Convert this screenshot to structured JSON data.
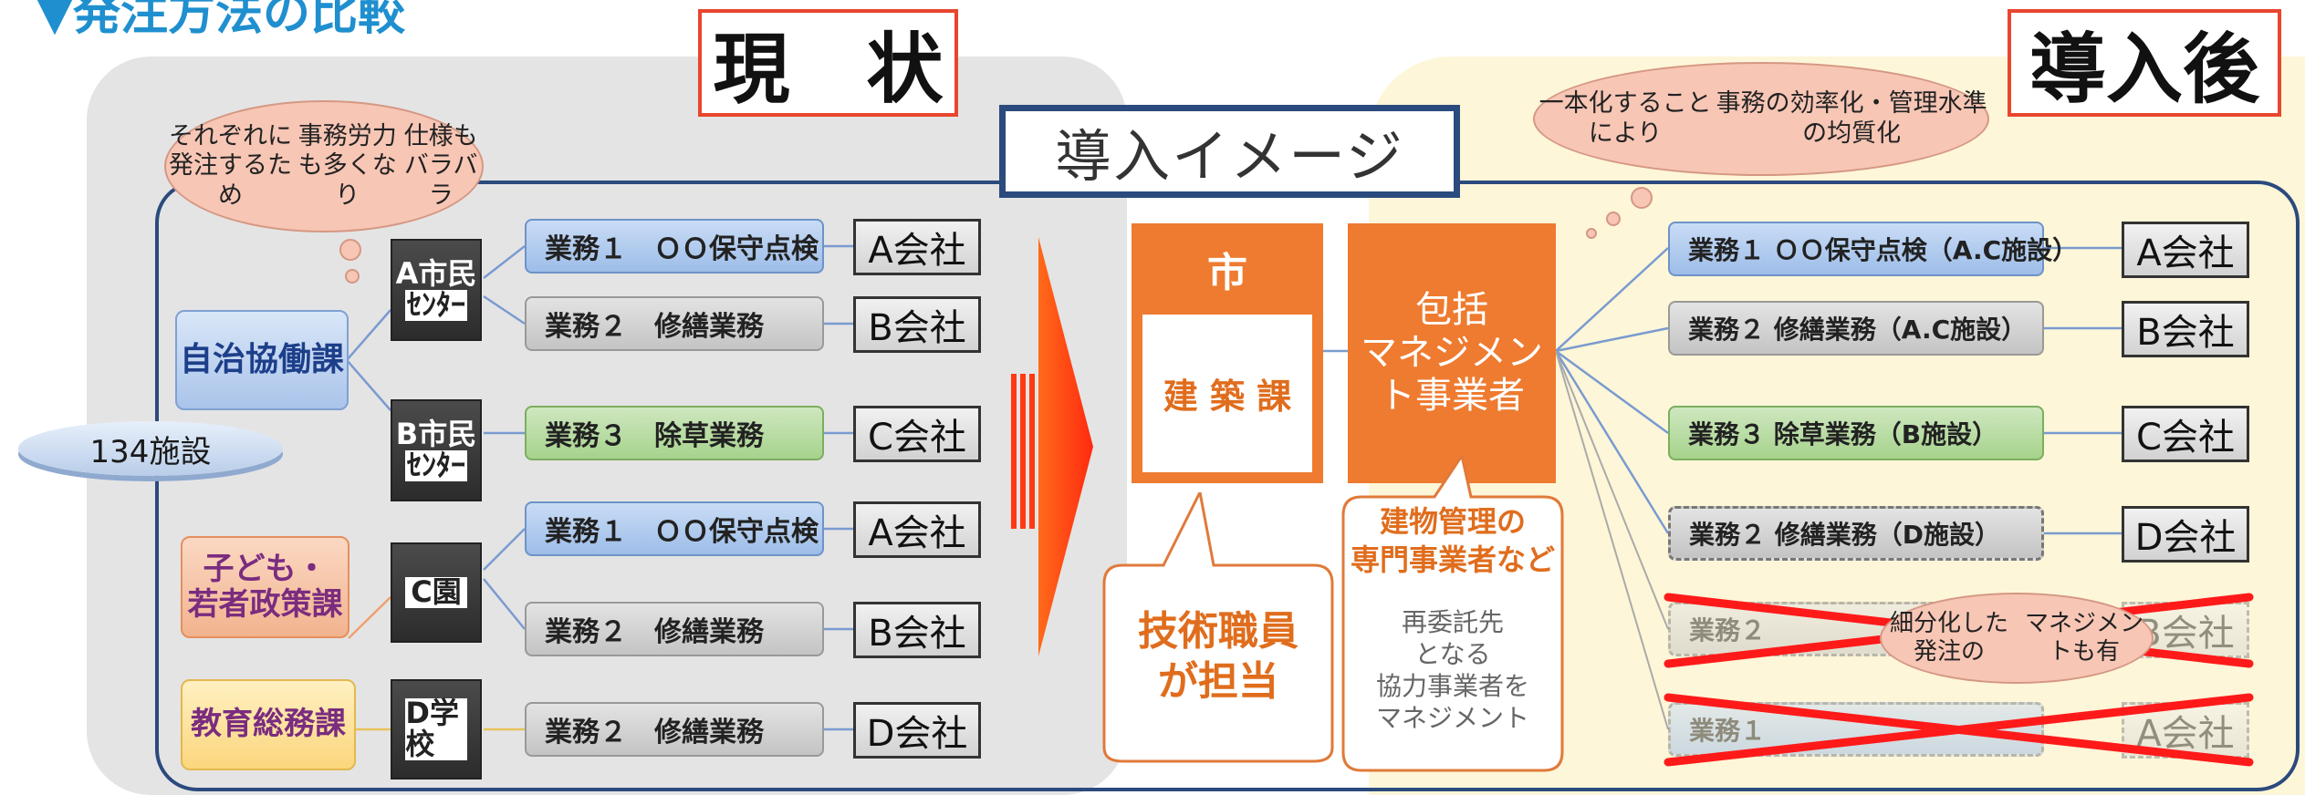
{
  "heading": "▼発注方法の比較",
  "label_current": "現　状",
  "label_after": "導入後",
  "title": "導入イメージ",
  "clouds": {
    "left": [
      "それぞれに発注するため",
      "事務労力も多くなり",
      "仕様もバラバラ"
    ],
    "right": [
      "一本化することにより",
      "事務の効率化・管理水準の均質化"
    ],
    "bottom_right": [
      "細分化した発注の",
      "マネジメントも有"
    ]
  },
  "facilities_count": "134施設",
  "current": {
    "departments": {
      "jichi": "自治協働課",
      "kodomo": [
        "子ども・",
        "若者政策課"
      ],
      "kyoiku": "教育総務課"
    },
    "facilities": {
      "a_center": [
        "A市民",
        "ｾﾝﾀｰ"
      ],
      "b_center": [
        "B市民",
        "ｾﾝﾀｰ"
      ],
      "c_en": "C園",
      "d_school": "D学校"
    },
    "tasks": [
      "業務１　ＯＯ保守点検",
      "業務２　修繕業務",
      "業務３　除草業務",
      "業務１　ＯＯ保守点検",
      "業務２　修繕業務",
      "業務２　修繕業務"
    ],
    "companies": [
      "A会社",
      "B会社",
      "C会社",
      "A会社",
      "B会社",
      "D会社"
    ]
  },
  "center": {
    "city": "市",
    "kenchiku": "建 築 課",
    "callout": [
      "技術職員",
      "が担当"
    ],
    "contractor": [
      "包括",
      "マネジメン",
      "ト事業者"
    ],
    "contractor_callout_main": [
      "建物管理の",
      "専門事業者など"
    ],
    "contractor_callout_sub": [
      "再委託先",
      "となる",
      "協力事業者を",
      "マネジメント"
    ]
  },
  "after": {
    "tasks": [
      "業務１ ＯＯ保守点検（A.C施設）",
      "業務２ 修繕業務（A.C施設）",
      "業務３ 除草業務（B施設）",
      "業務２ 修繕業務（D施設）",
      "業務２",
      "業務１"
    ],
    "companies": [
      "A会社",
      "B会社",
      "C会社",
      "D会社",
      "B会社",
      "A会社"
    ]
  },
  "colors": {
    "accent_blue": "#2b4a7d",
    "orange": "#ee7b30",
    "red_cross": "#ff1a1a",
    "label_border": "#e8462e"
  }
}
